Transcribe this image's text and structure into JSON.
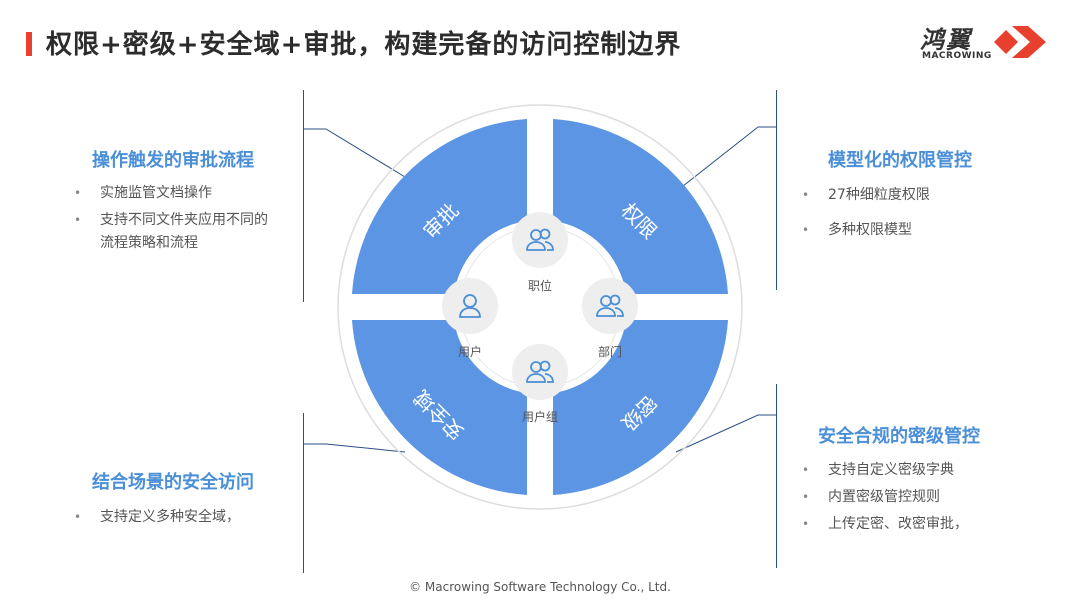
{
  "header": {
    "title": "权限+密级+安全域+审批，构建完备的访问控制边界",
    "accent_color": "#e8402f"
  },
  "logo": {
    "cn": "鸿翼",
    "en": "MACROWING",
    "mark_color": "#e8402f"
  },
  "ring": {
    "color": "#5b95e3",
    "segments": [
      "审批",
      "权限",
      "安全域",
      "密级"
    ]
  },
  "nodes": {
    "position": "职位",
    "user": "用户",
    "department": "部门",
    "user_group": "用户组",
    "icon": "users-icon"
  },
  "sections": {
    "top_left": {
      "title": "操作触发的审批流程",
      "items": [
        "实施监管文档操作",
        "支持不同文件夹应用不同的流程策略和流程"
      ]
    },
    "top_right": {
      "title": "模型化的权限管控",
      "items": [
        "27种细粒度权限",
        "多种权限模型"
      ]
    },
    "bottom_left": {
      "title": "结合场景的安全访问",
      "items": [
        "支持定义多种安全域，"
      ]
    },
    "bottom_right": {
      "title": "安全合规的密级管控",
      "items": [
        "支持自定义密级字典",
        "内置密级管控规则",
        "上传定密、改密审批，"
      ]
    }
  },
  "footer": {
    "copyright": "© Macrowing Software Technology Co., Ltd."
  }
}
